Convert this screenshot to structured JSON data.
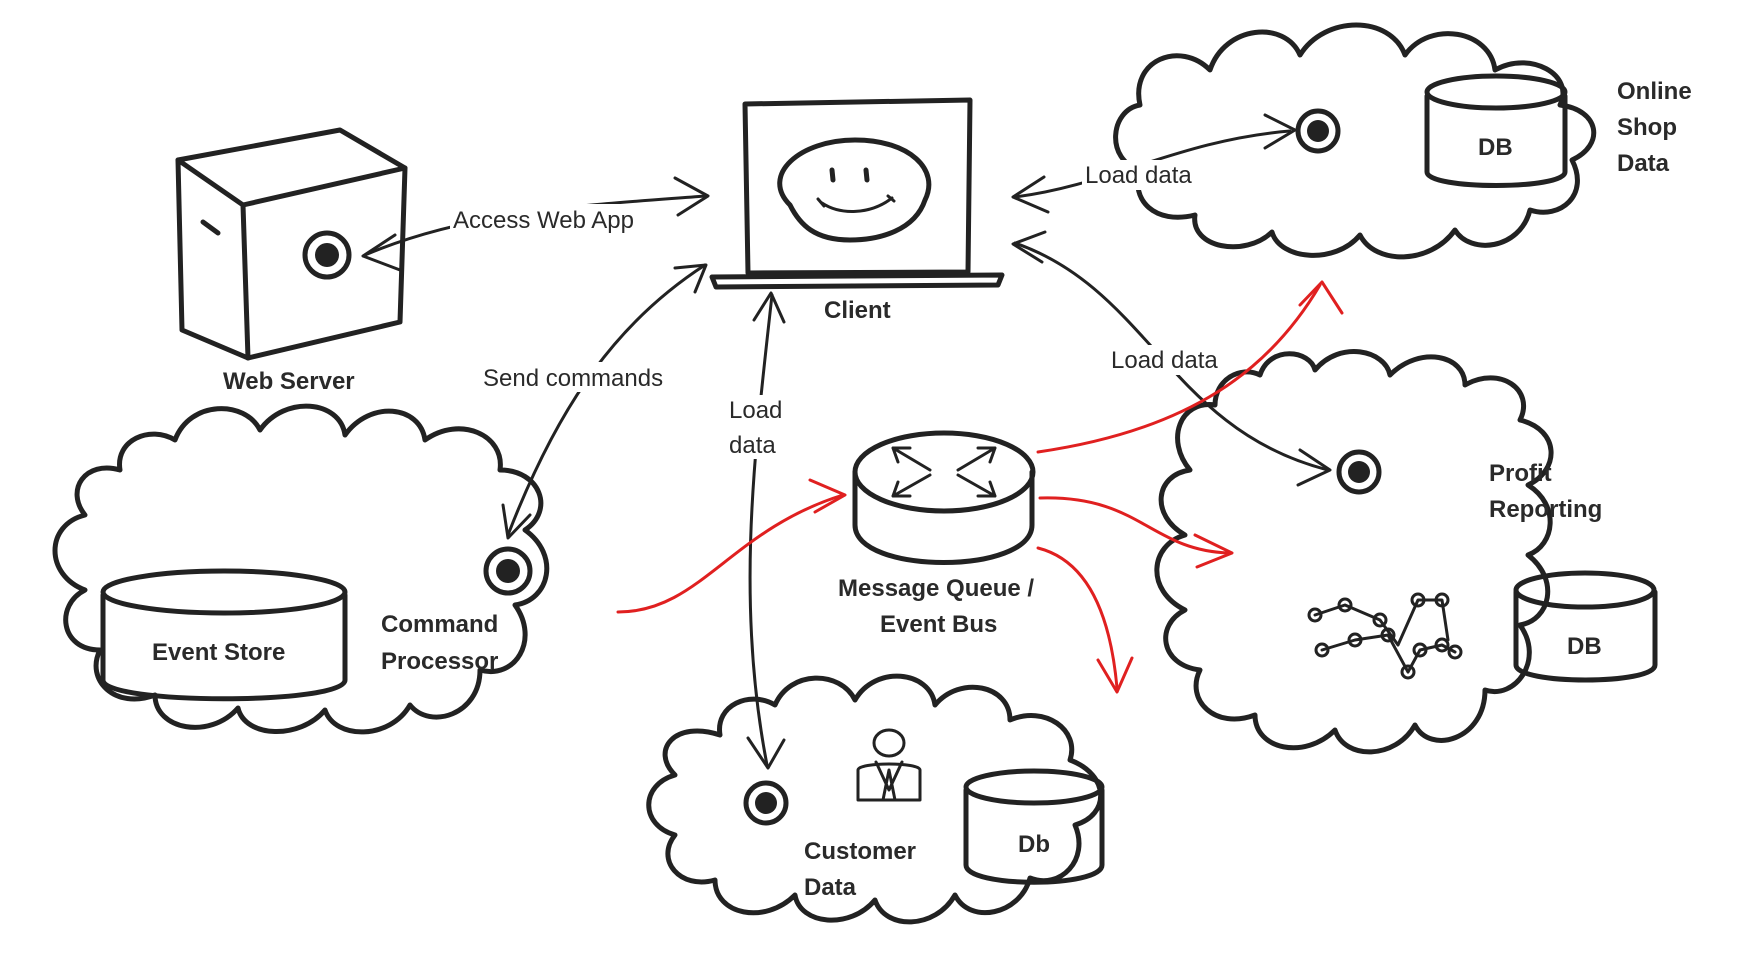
{
  "nodes": {
    "web_server": "Web Server",
    "client": "Client",
    "online_shop": [
      "Online",
      "Shop",
      "Data"
    ],
    "online_shop_db": "DB",
    "profit": [
      "Profit",
      "Reporting"
    ],
    "profit_db": "DB",
    "event_store": "Event Store",
    "command_processor": [
      "Command",
      "Processor"
    ],
    "message_queue": [
      "Message Queue /",
      "Event Bus"
    ],
    "customer": [
      "Customer",
      "Data"
    ],
    "customer_db": "Db"
  },
  "edges": {
    "access_web_app": "Access Web App",
    "send_commands": "Send commands",
    "load_data_customer": [
      "Load",
      "data"
    ],
    "load_data_shop": "Load data",
    "load_data_profit": "Load data"
  },
  "colors": {
    "ink": "#222222",
    "event_flow": "#e02020"
  }
}
